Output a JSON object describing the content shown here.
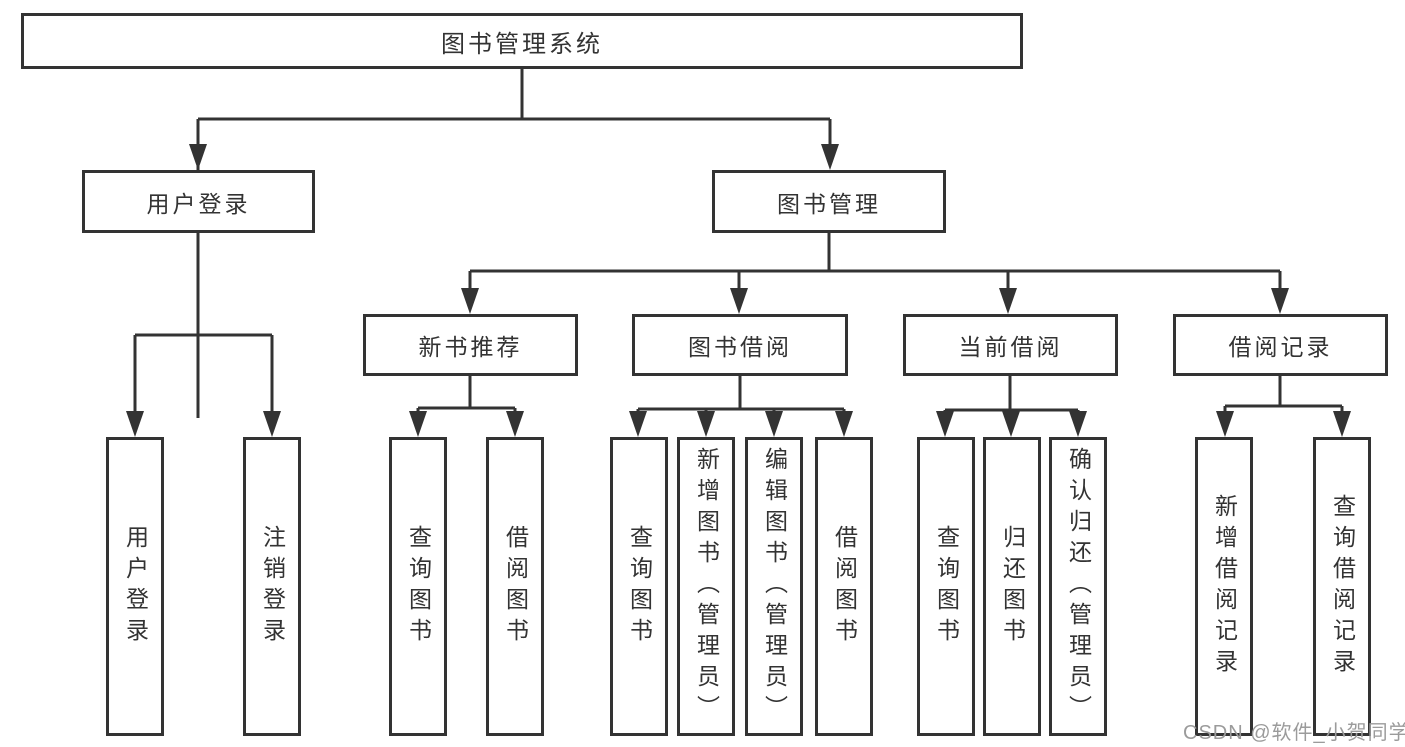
{
  "diagram": {
    "root": {
      "label": "图书管理系统",
      "children": [
        {
          "label": "用户登录",
          "children": [
            {
              "label": "用户登录"
            },
            {
              "label": "注销登录"
            }
          ]
        },
        {
          "label": "图书管理",
          "children": [
            {
              "label": "新书推荐",
              "children": [
                {
                  "label": "查询图书"
                },
                {
                  "label": "借阅图书"
                }
              ]
            },
            {
              "label": "图书借阅",
              "children": [
                {
                  "label": "查询图书"
                },
                {
                  "label": "新增图书（管理员）"
                },
                {
                  "label": "编辑图书（管理员）"
                },
                {
                  "label": "借阅图书"
                }
              ]
            },
            {
              "label": "当前借阅",
              "children": [
                {
                  "label": "查询图书"
                },
                {
                  "label": "归还图书"
                },
                {
                  "label": "确认归还（管理员）"
                }
              ]
            },
            {
              "label": "借阅记录",
              "children": [
                {
                  "label": "新增借阅记录"
                },
                {
                  "label": "查询借阅记录"
                }
              ]
            }
          ]
        }
      ]
    }
  },
  "watermark": {
    "text": "CSDN @软件_小贺同学"
  },
  "colors": {
    "line": "#333333",
    "box_border": "#333333",
    "text": "#333333",
    "box_background": "#ffffff",
    "page_background": "#ffffff",
    "watermark": "#9b9b9b"
  }
}
